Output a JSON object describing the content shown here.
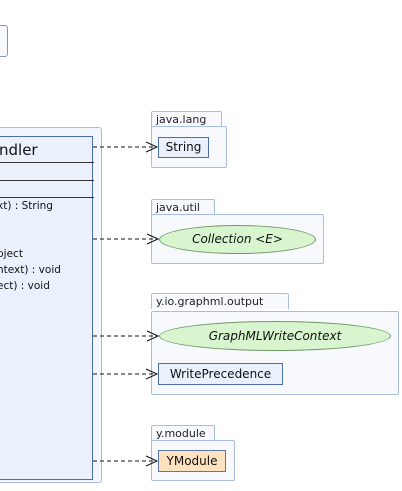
{
  "top_fragment": {
    "label": ""
  },
  "main_class": {
    "name_fragment": "ndler",
    "members": [
      "xt) : String",
      "bject",
      "ntext) : void",
      "ect) : void"
    ]
  },
  "packages": [
    {
      "name": "java.lang",
      "classes": [
        {
          "label": "String",
          "kind": "class"
        }
      ]
    },
    {
      "name": "java.util",
      "classes": [
        {
          "label": "Collection <E>",
          "kind": "interface"
        }
      ]
    },
    {
      "name": "y.io.graphml.output",
      "classes": [
        {
          "label": "GraphMLWriteContext",
          "kind": "interface"
        },
        {
          "label": "WritePrecedence",
          "kind": "class"
        }
      ]
    },
    {
      "name": "y.module",
      "classes": [
        {
          "label": "YModule",
          "kind": "class"
        }
      ]
    }
  ],
  "colors": {
    "class_fill": "#eaf1fc",
    "class_border": "#4d6fa8",
    "interface_fill": "#d8f5cf",
    "module_fill": "#fde2c0",
    "package_fill": "#f7f9fd",
    "package_border": "#a9bddf"
  }
}
